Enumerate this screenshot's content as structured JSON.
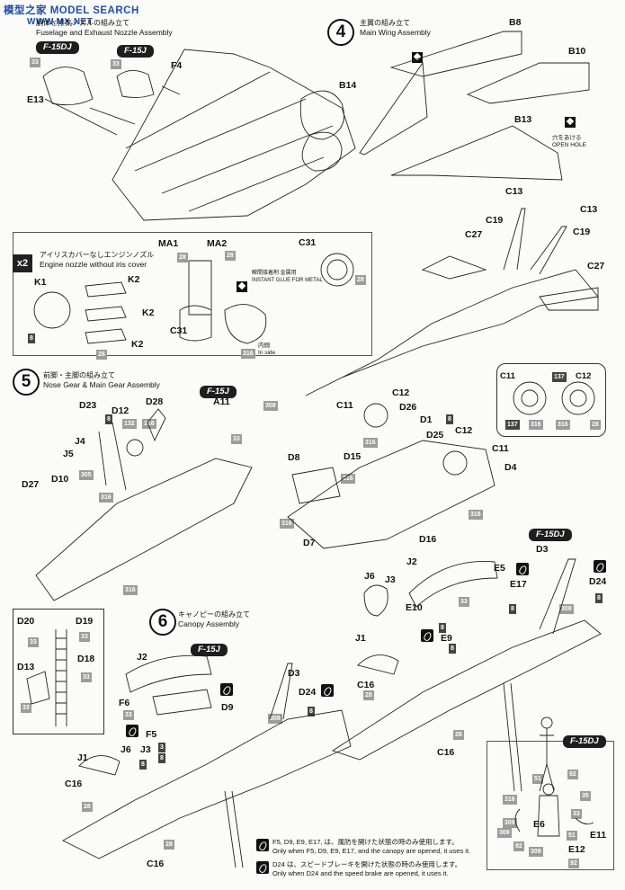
{
  "watermark": {
    "site": "模型之家 MODEL SEARCH",
    "url": "WWW.MX.NET"
  },
  "step3": {
    "title_jp": "胴体と排気ノズルの組み立て",
    "title_en": "Fuselage and Exhaust Nozzle Assembly",
    "variant_a": "F-15DJ",
    "variant_b": "F-15J",
    "parts": [
      "33",
      "E13",
      "33",
      "F4"
    ]
  },
  "nozzle": {
    "multiplier": "x2",
    "label_jp": "アイリスカバーなしエンジンノズル",
    "label_en": "Engine nozzle without iris cover",
    "parts": [
      "K1",
      "K2",
      "K2",
      "K2",
      "8",
      "28",
      "MA1",
      "MA2",
      "28",
      "28",
      "C31",
      "316",
      "C31",
      "28"
    ],
    "metal_glue_jp": "瞬間接着剤 金属用",
    "metal_glue_en": "INSTANT GLUE FOR METAL",
    "inside_jp": "内側",
    "inside_en": "In side"
  },
  "step4": {
    "number": "4",
    "title_jp": "主翼の組み立て",
    "title_en": "Main Wing Assembly",
    "parts": [
      "B8",
      "B10",
      "B14",
      "B13"
    ],
    "open_hole_jp": "穴をあける",
    "open_hole_en": "OPEN HOLE",
    "tail_parts": [
      "C13",
      "C13",
      "C19",
      "C19",
      "C27",
      "C27"
    ]
  },
  "step5": {
    "number": "5",
    "title_jp": "前脚・主脚の組み立て",
    "title_en": "Nose Gear & Main Gear Assembly",
    "variant": "F-15J",
    "nose_parts": [
      "D23",
      "D12",
      "D28",
      "8",
      "132",
      "316",
      "J4",
      "J5",
      "305",
      "D10",
      "316",
      "D27",
      "316",
      "A11",
      "308",
      "33"
    ],
    "main_parts": [
      "C11",
      "C12",
      "D26",
      "D1",
      "8",
      "D25",
      "C12",
      "D15",
      "316",
      "D8",
      "316",
      "C11",
      "D4",
      "316",
      "D7",
      "316",
      "D16"
    ],
    "wheel_detail": [
      "C11",
      "137",
      "C12",
      "137",
      "316",
      "316",
      "28"
    ]
  },
  "ladder": {
    "parts": [
      "D20",
      "D19",
      "33",
      "33",
      "D13",
      "D18",
      "33",
      "33"
    ]
  },
  "step6": {
    "number": "6",
    "title_jp": "キャノピーの組み立て",
    "title_en": "Canopy Assembly",
    "variant": "F-15J",
    "parts": [
      "J2",
      "D3",
      "F6",
      "33",
      "D24",
      "8",
      "D9",
      "F5",
      "3",
      "308",
      "J6",
      "J3",
      "8",
      "8",
      "J1",
      "C16",
      "28",
      "28",
      "C16"
    ]
  },
  "dj": {
    "variant": "F-15DJ",
    "parts": [
      "D3",
      "J2",
      "E5",
      "E17",
      "D24",
      "8",
      "J6",
      "J3",
      "E10",
      "33",
      "8",
      "308",
      "8",
      "E9",
      "8",
      "J1",
      "C16",
      "28",
      "C16",
      "28"
    ],
    "figure_parts": [
      "F-15DJ",
      "92",
      "51",
      "316",
      "35",
      "33",
      "309",
      "E6",
      "E11",
      "309",
      "51",
      "92",
      "E12",
      "92",
      "309"
    ]
  },
  "notes": [
    {
      "jp": "F5, D9, E9, E17, は、風防を開けた状態の時のみ使用します。",
      "en": "Only when F5, D9, E9, E17, and the canopy are opened, it uses it."
    },
    {
      "jp": "D24 は、スピードブレーキを開けた状態の時のみ使用します。",
      "en": "Only when D24 and the speed brake are opened, it uses it."
    }
  ],
  "colors": {
    "ink": "#111111",
    "tag": "#9c9c9c",
    "variant_bg": "#1e1e1e",
    "watermark": "#1f4fa8"
  }
}
